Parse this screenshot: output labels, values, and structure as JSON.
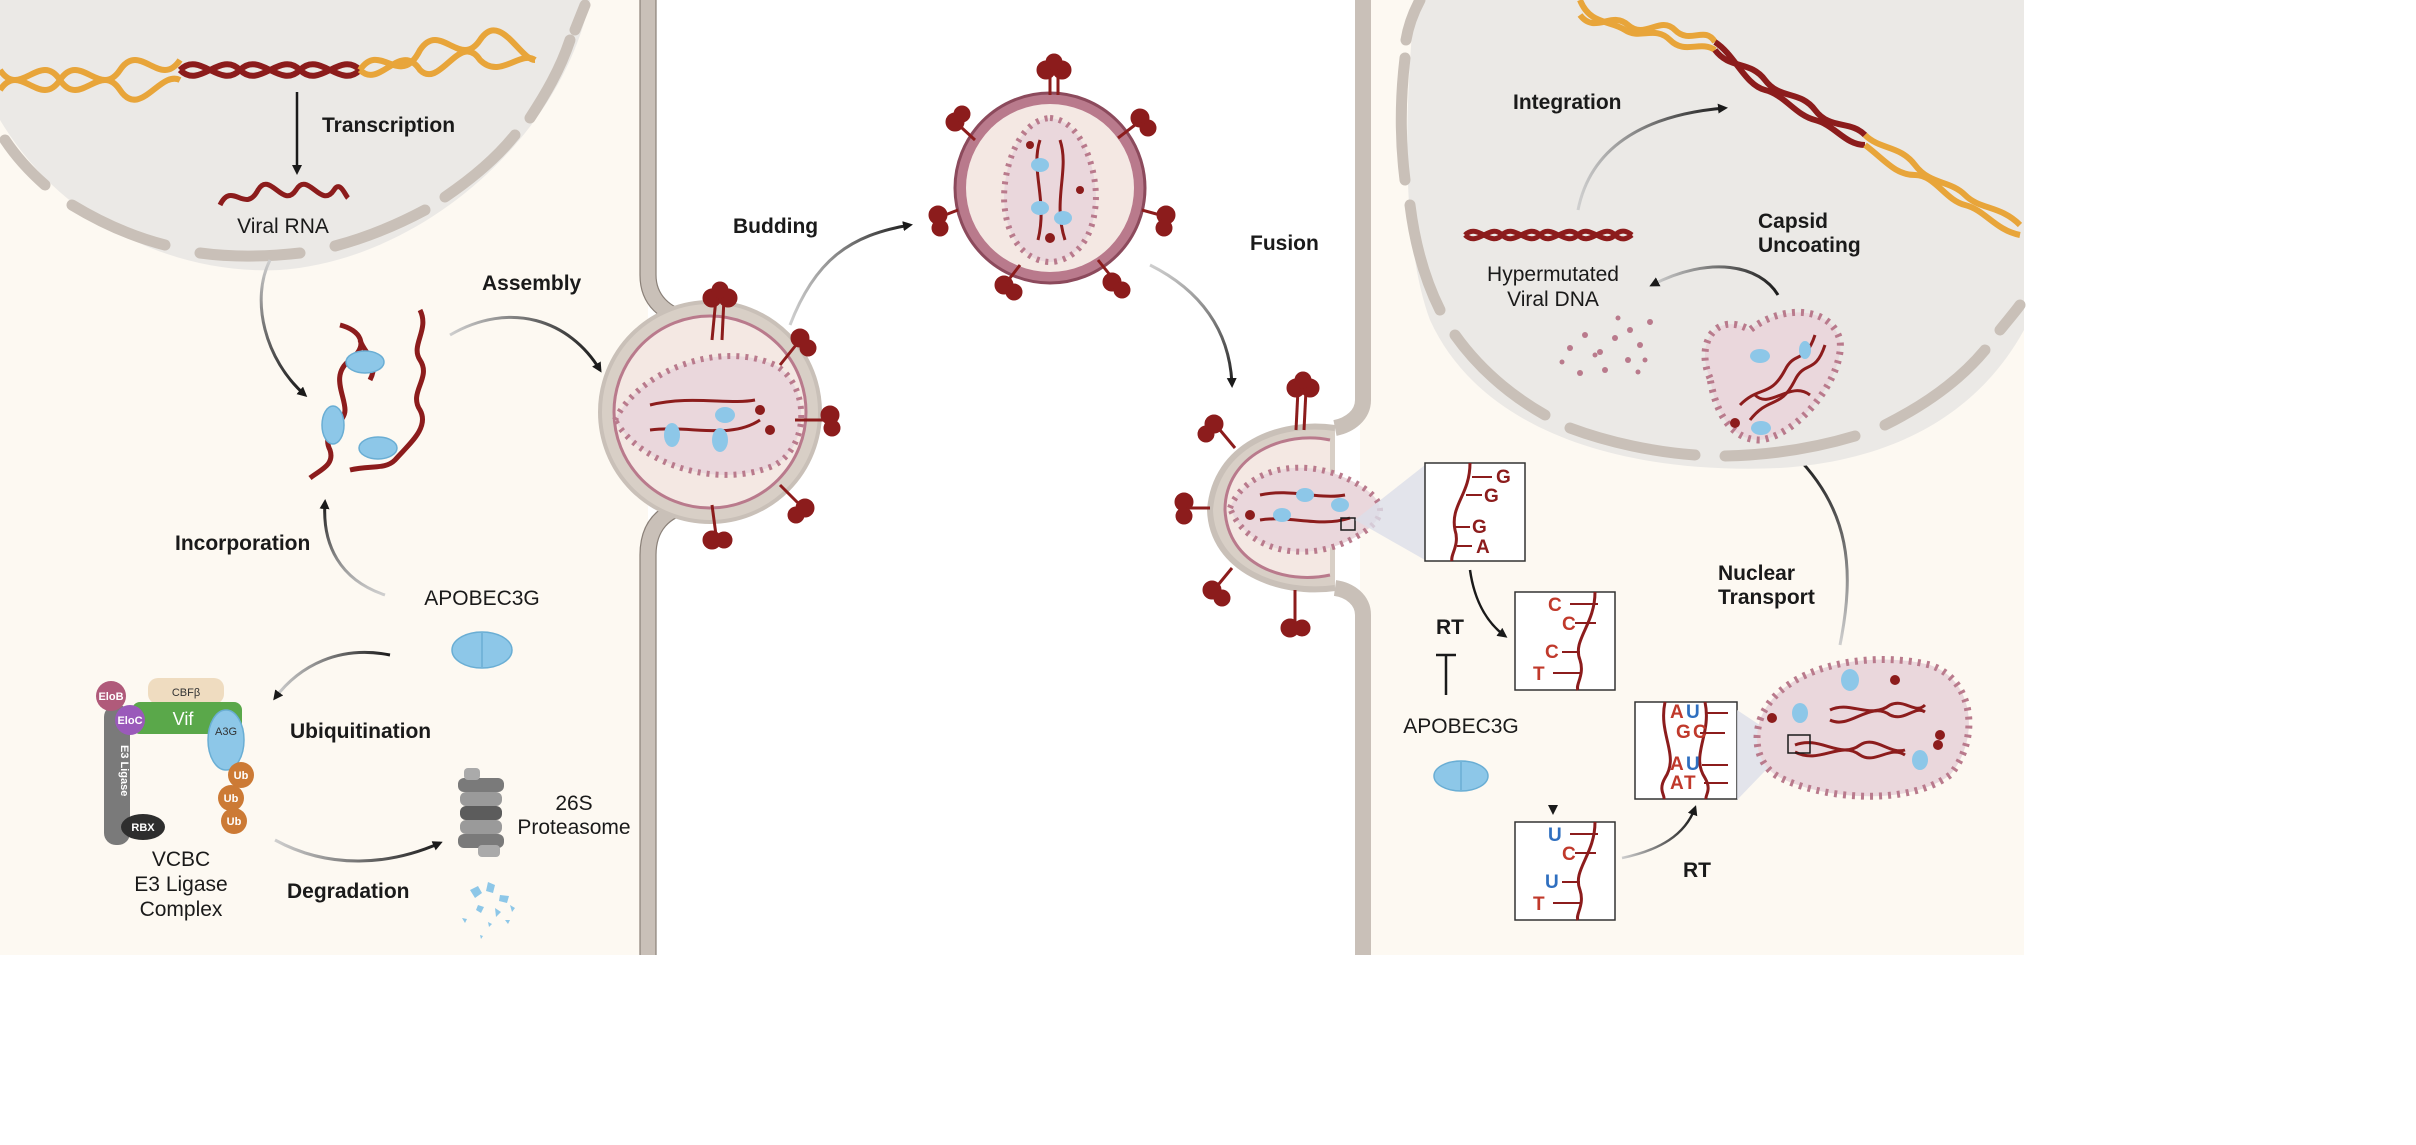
{
  "colors": {
    "panel_bg": "#fdf9f2",
    "nucleus_fill": "#ebe9e6",
    "membrane": "#c9c0b8",
    "dna_orange": "#e8a53a",
    "dna_red": "#8c1c1c",
    "capsid_pink": "#b97a8c",
    "apobec_blue": "#8dc7e8",
    "vif_green": "#5aa84a",
    "ub_orange": "#cc7a35",
    "base_red": "#c0392b",
    "base_blue": "#2f6fbf"
  },
  "left_panel": {
    "transcription": "Transcription",
    "viral_rna": "Viral RNA",
    "assembly": "Assembly",
    "incorporation": "Incorporation",
    "apobec3g": "APOBEC3G",
    "ubiquitination": "Ubiquitination",
    "degradation": "Degradation",
    "proteasome_line1": "26S",
    "proteasome_line2": "Proteasome",
    "complex_line1": "VCBC",
    "complex_line2": "E3 Ligase",
    "complex_line3": "Complex",
    "complex_labels": {
      "elob": "EloB",
      "eloc": "EloC",
      "cbfb": "CBFβ",
      "vif": "Vif",
      "a3g": "A3G",
      "e3": "E3 Ligase",
      "rbx": "RBX",
      "ub": "Ub"
    }
  },
  "middle_panel": {
    "budding": "Budding",
    "fusion": "Fusion"
  },
  "right_panel": {
    "integration": "Integration",
    "capsid_uncoating_line1": "Capsid",
    "capsid_uncoating_line2": "Uncoating",
    "hypermutated_line1": "Hypermutated",
    "hypermutated_line2": "Viral DNA",
    "nuclear_transport_line1": "Nuclear",
    "nuclear_transport_line2": "Transport",
    "rt_top": "RT",
    "rt_bottom": "RT",
    "apobec3g": "APOBEC3G",
    "box1_bases": [
      "G",
      "G",
      "G",
      "A"
    ],
    "box2_bases": [
      "C",
      "C",
      "C",
      "T"
    ],
    "box3_bases": [
      "U",
      "C",
      "U",
      "T"
    ],
    "box4_top": [
      "A",
      "U",
      "G",
      "C"
    ],
    "box4_bottom": [
      "A",
      "U",
      "A",
      "T"
    ]
  }
}
